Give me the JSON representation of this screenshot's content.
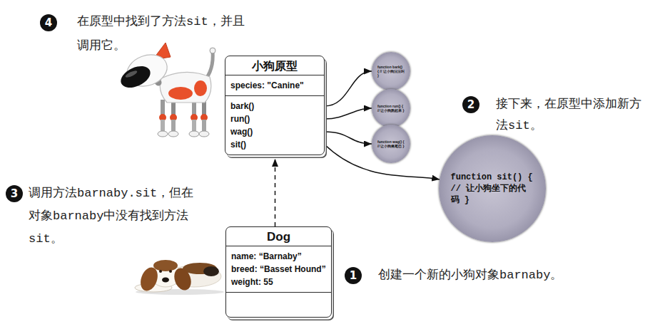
{
  "diagram": {
    "nodes": [
      {
        "text": [
          "小狗原型",
          "species: \"Canine\"",
          "bark()",
          "run()",
          "wag()",
          "sit()"
        ]
      },
      {
        "text": [
          "function bark() { // 让小狗汪汪叫 }"
        ]
      },
      {
        "text": [
          "function run() { // 让小狗跑起来 }"
        ]
      },
      {
        "text": [
          "function wag() { // 让小狗摇尾巴 }"
        ]
      },
      {
        "text": [
          "function sit() { // 让小狗坐下的代码 }"
        ]
      },
      {
        "text": [
          "Dog",
          "name: “Barnaby”",
          "breed: “Basset Hound”",
          "weight: 55"
        ]
      }
    ],
    "edges": [
      {
        "from": 0,
        "to": 1,
        "arrow": "to"
      },
      {
        "from": 0,
        "to": 2,
        "arrow": "to"
      },
      {
        "from": 0,
        "to": 3,
        "arrow": "to"
      },
      {
        "from": 0,
        "to": 4,
        "arrow": "to"
      },
      {
        "from": 5,
        "to": 0,
        "arrow": "to"
      }
    ],
    "labels": [
      "4",
      "在原型中找到了方法sit，并且调用它。",
      "2",
      "接下来，在原型中添加新方法sit。",
      "3",
      "调用方法barnaby.sit，但在对象barnaby中没有找到方法sit。",
      "1",
      "创建一个新的小狗对象barnaby。"
    ]
  }
}
